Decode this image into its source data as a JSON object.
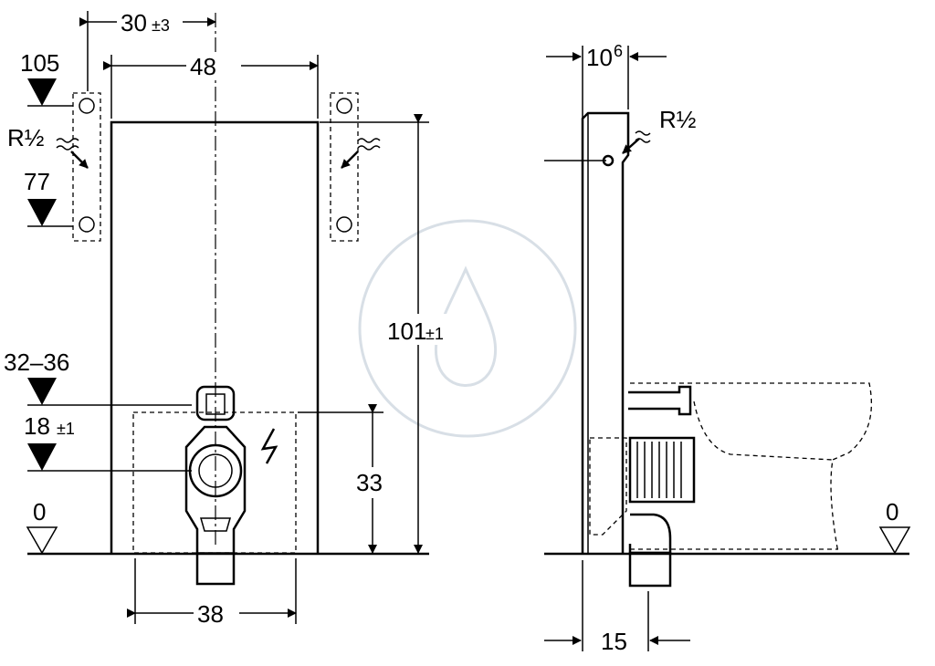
{
  "front_view": {
    "top_width_dim": "30",
    "top_width_tol": "±3",
    "panel_width_dim": "48",
    "upper_level_dim": "105",
    "lower_level_dim": "77",
    "water_connection_left": "R½",
    "height_dim": "101",
    "height_tol": "±1",
    "flush_level_a": "32–36",
    "flush_level_b": "18",
    "flush_level_b_tol": "±1",
    "drain_height_dim": "33",
    "bottom_width_dim": "38",
    "floor_level": "0"
  },
  "side_view": {
    "depth_top_dim": "10",
    "depth_top_sup": "6",
    "water_connection": "R½",
    "drain_offset_dim": "15",
    "floor_level": "0"
  },
  "icons": [
    "arrow-icon",
    "level-triangle-icon",
    "lightning-icon",
    "watermark-logo-icon"
  ],
  "colors": {
    "line": "#000000",
    "watermark": "#d8dfe6"
  }
}
